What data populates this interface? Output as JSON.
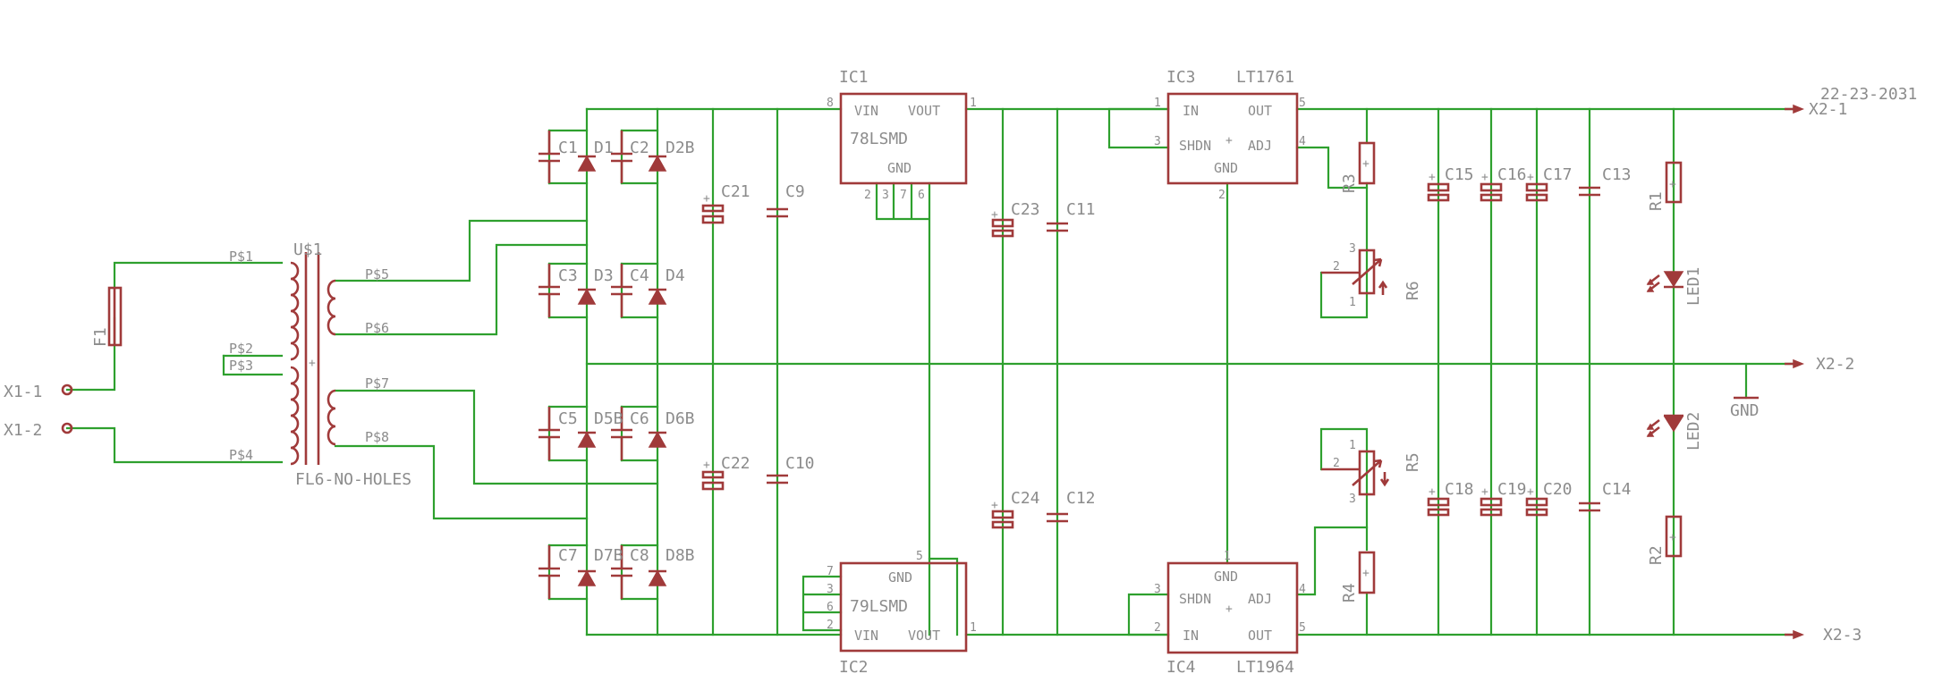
{
  "colors": {
    "wire": "#2ea02e",
    "part": "#a03a3a",
    "label": "#8c8c8c",
    "background": "#ffffff"
  },
  "ports": {
    "x1_1": "X1-1",
    "x1_2": "X1-2",
    "x2_1": "X2-1",
    "x2_2": "X2-2",
    "x2_3": "X2-3",
    "date": "22-23-2031"
  },
  "fuse": {
    "name": "F1"
  },
  "transformer": {
    "name": "U$1",
    "model": "FL6-NO-HOLES",
    "pins": [
      "P$1",
      "P$2",
      "P$3",
      "P$4",
      "P$5",
      "P$6",
      "P$7",
      "P$8"
    ],
    "plus": "+"
  },
  "rect_caps": [
    "C1",
    "C2",
    "C3",
    "C4",
    "C5",
    "C6",
    "C7",
    "C8"
  ],
  "diodes": [
    "D1",
    "D2B",
    "D3",
    "D4",
    "D5B",
    "D6B",
    "D7B",
    "D8B"
  ],
  "filter_caps": [
    "C21",
    "C9",
    "C22",
    "C10",
    "C23",
    "C11",
    "C24",
    "C12",
    "C15",
    "C16",
    "C17",
    "C13",
    "C18",
    "C19",
    "C20",
    "C14"
  ],
  "ic1": {
    "ref": "IC1",
    "model": "78LSMD",
    "in": "VIN",
    "out": "VOUT",
    "gnd": "GND",
    "pins": [
      "8",
      "1",
      "2",
      "3",
      "7",
      "6"
    ]
  },
  "ic2": {
    "ref": "IC2",
    "model": "79LSMD",
    "gnd": "GND",
    "in": "VIN",
    "out": "VOUT",
    "pins": [
      "7",
      "3",
      "6",
      "2",
      "5",
      "1"
    ]
  },
  "ic3": {
    "ref": "IC3",
    "model": "LT1761",
    "in": "IN",
    "out": "OUT",
    "shdn": "SHDN",
    "adj": "ADJ",
    "gnd": "GND",
    "pins": [
      "1",
      "3",
      "5",
      "4",
      "2"
    ],
    "plus": "+"
  },
  "ic4": {
    "ref": "IC4",
    "model": "LT1964",
    "gnd": "GND",
    "shdn": "SHDN",
    "adj": "ADJ",
    "in": "IN",
    "out": "OUT",
    "pins": [
      "1",
      "3",
      "4",
      "2",
      "5"
    ],
    "plus": "+"
  },
  "resistors": [
    "R3",
    "R4",
    "R1",
    "R2"
  ],
  "pots": {
    "r6": "R6",
    "r5": "R5",
    "pins": [
      "1",
      "2",
      "3"
    ]
  },
  "leds": [
    "LED1",
    "LED2"
  ],
  "gnd": "GND"
}
